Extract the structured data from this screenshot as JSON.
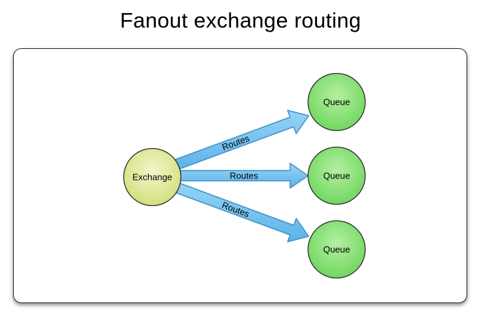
{
  "title": "Fanout exchange routing",
  "diagram": {
    "nodes": {
      "exchange": {
        "label": "Exchange"
      },
      "queue_top": {
        "label": "Queue"
      },
      "queue_middle": {
        "label": "Queue"
      },
      "queue_bottom": {
        "label": "Queue"
      }
    },
    "edges": {
      "route_top": {
        "label": "Routes"
      },
      "route_middle": {
        "label": "Routes"
      },
      "route_bottom": {
        "label": "Routes"
      }
    }
  },
  "colors": {
    "title_color": "#000000",
    "frame_border": "#262626",
    "exchange_center": "#F3F6CE",
    "exchange_edge": "#CFDD74",
    "queue_center": "#B4F0A0",
    "queue_edge": "#6CD45C",
    "arrow_light": "#96D4F5",
    "arrow_dark": "#5CB3E8",
    "arrow_stroke": "#3F8ECE",
    "node_stroke": "#2B2B2B",
    "label_color": "#000000"
  }
}
